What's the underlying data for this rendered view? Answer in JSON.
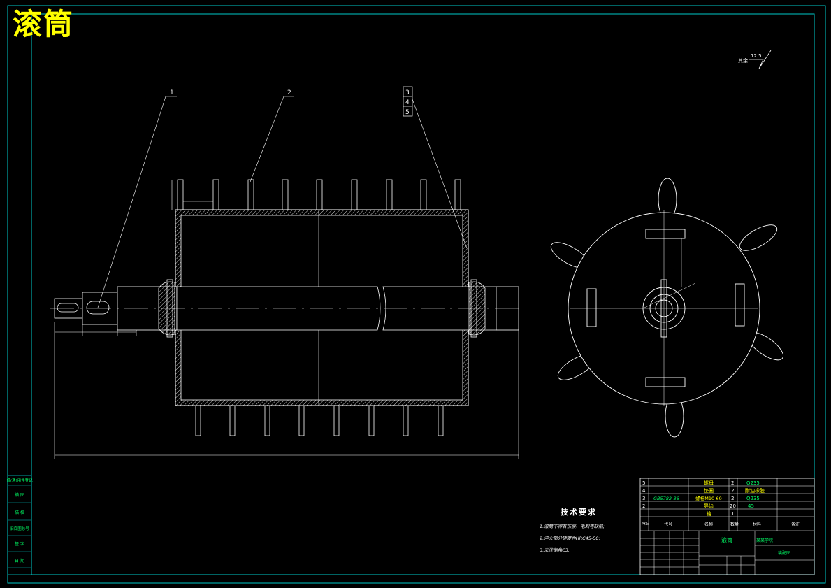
{
  "drawing": {
    "title": "滚筒",
    "roughness_label": "其余",
    "roughness_value": "12.5",
    "balloons": [
      "1",
      "2",
      "3",
      "4",
      "5"
    ],
    "tech_requirements": {
      "heading": "技术要求",
      "items": [
        "1.滚筒不得有伤痕、毛刺等缺陷;",
        "2.淬火部分硬度为HRC45-50;",
        "3.未注倒角C3."
      ]
    },
    "bom": {
      "rows": [
        {
          "no": "5",
          "name": "螺母",
          "qty": "2",
          "material": "Q235",
          "code": ""
        },
        {
          "no": "4",
          "name": "垫圈",
          "qty": "2",
          "material": "耐油橡胶",
          "code": ""
        },
        {
          "no": "3",
          "name": "螺栓M10-60",
          "qty": "2",
          "material": "Q235",
          "code": "GB5782-86"
        },
        {
          "no": "2",
          "name": "导齿",
          "qty": "20",
          "material": "45",
          "code": ""
        },
        {
          "no": "1",
          "name": "轴",
          "qty": "1",
          "material": "",
          "code": ""
        }
      ],
      "header": {
        "seq": "序号",
        "code": "代号",
        "name": "名称",
        "qty": "数量",
        "material": "材料",
        "remark": "备注"
      },
      "part_name": "滚筒",
      "school": "某某学院",
      "drawing_no": "装配图"
    },
    "side_panel": [
      "借(通)用件登记",
      "描 图",
      "描 校",
      "旧底图总号",
      "签 字",
      "日 期"
    ]
  }
}
